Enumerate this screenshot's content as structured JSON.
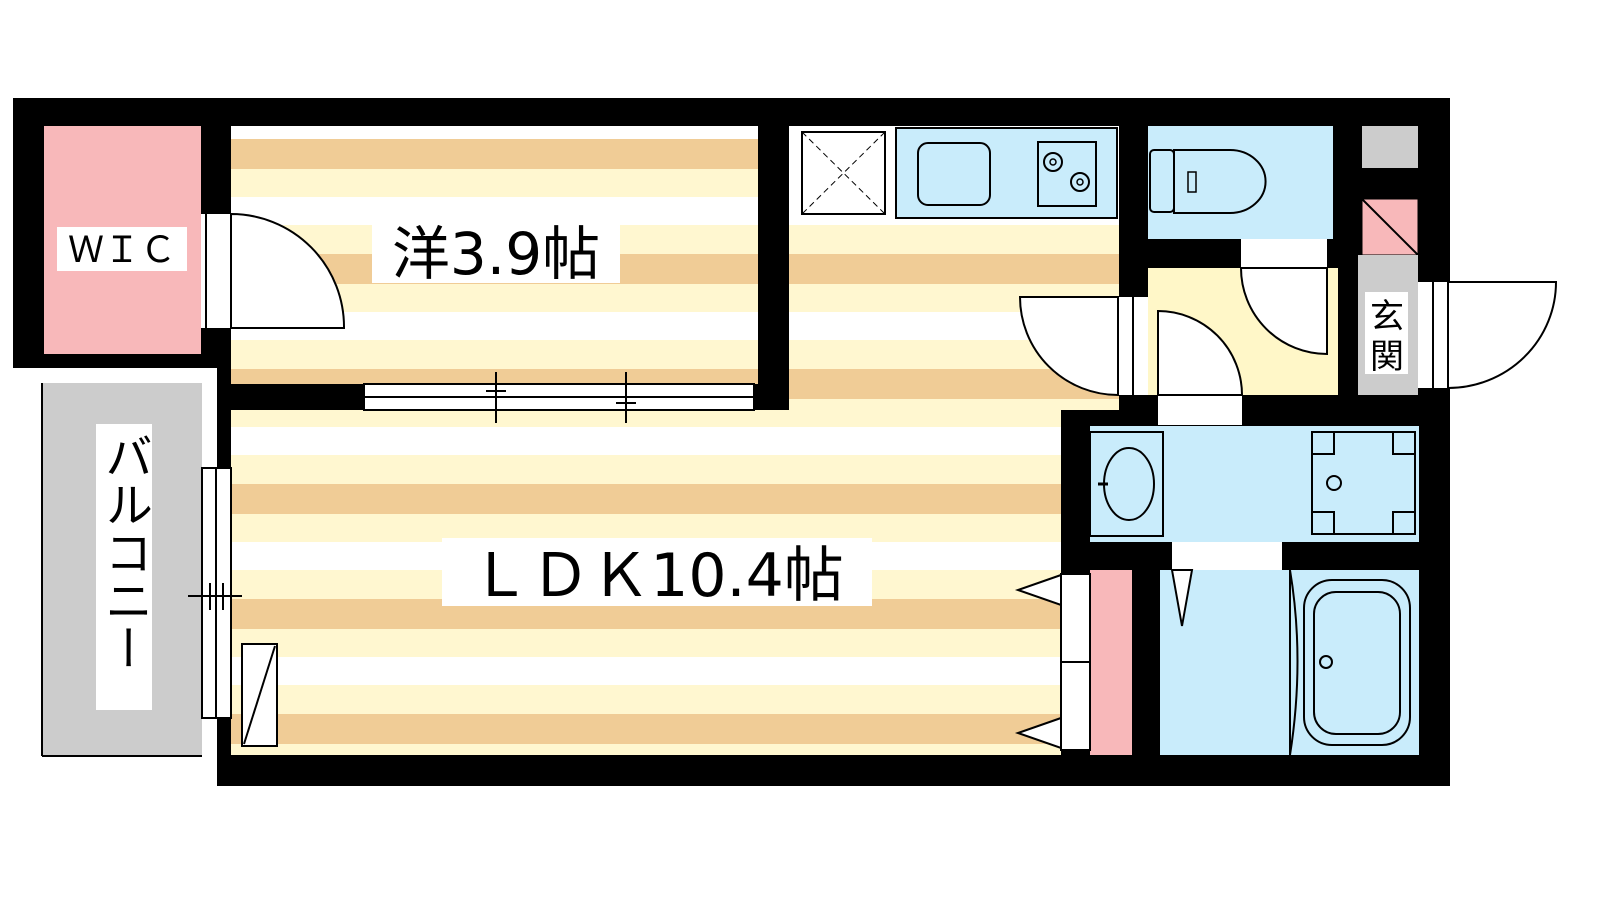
{
  "floorplan": {
    "rooms": {
      "wic": "ＷＩＣ",
      "western": "洋3.9帖",
      "ldk": "ＬＤＫ10.4帖",
      "balcony": "バルコニー",
      "entrance_line1": "玄",
      "entrance_line2": "関"
    }
  },
  "colors": {
    "wall": "#000000",
    "floor_stripe": "#f0cc96",
    "floor_base": "#fff7d0",
    "wet_area": "#c9ecfb",
    "storage": "#f8b8ba",
    "balcony": "#cccccc",
    "entrance": "#fff7c8"
  }
}
